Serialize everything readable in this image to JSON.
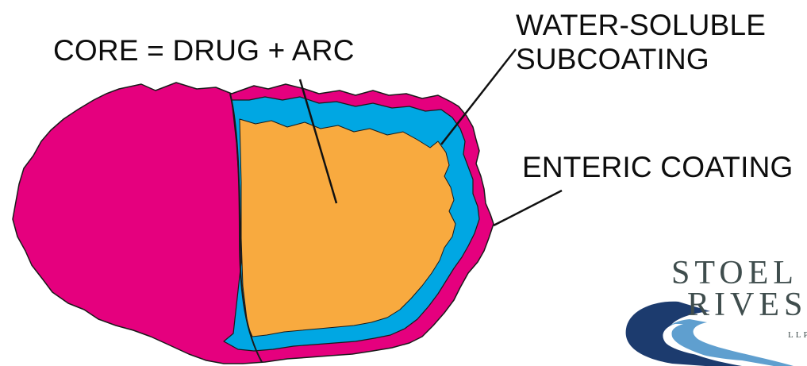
{
  "labels": {
    "core": "CORE = DRUG + ARC",
    "subcoating_line1": "WATER-SOLUBLE",
    "subcoating_line2": "SUBCOATING",
    "enteric": "ENTERIC COATING"
  },
  "logo": {
    "word1": "STOEL",
    "word2": "RIVES",
    "word3": "LLP",
    "colors": {
      "text": "#3f4d4d",
      "wave_dark": "#1c3b6e",
      "wave_light": "#5f9fcf"
    }
  },
  "colors": {
    "enteric_coating": "#e5007e",
    "subcoating": "#00a7e3",
    "core": "#f8aa3f",
    "outline": "#1a1a1a"
  }
}
